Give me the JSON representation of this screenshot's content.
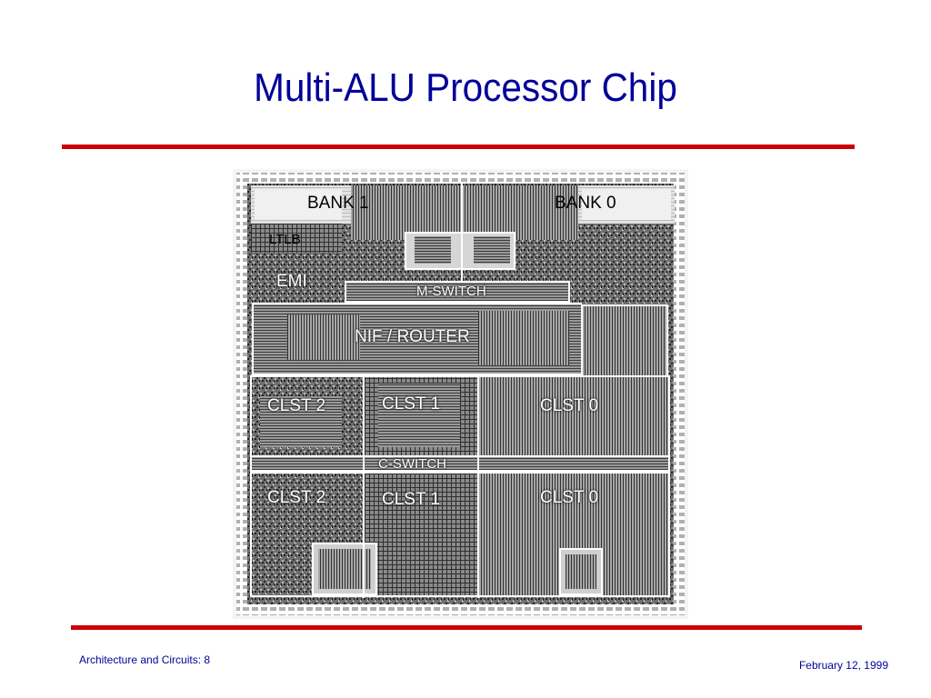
{
  "slide": {
    "title": "Multi-ALU Processor Chip",
    "footer_left": "Architecture and Circuits: 8",
    "footer_right": "February 12, 1999"
  },
  "die_labels": {
    "bank1": "BANK 1",
    "bank0": "BANK 0",
    "ltlb": "LTLB",
    "emi": "EMI",
    "mswitch": "M-SWITCH",
    "nif_router": "NIF / ROUTER",
    "clst2_top": "CLST 2",
    "clst1_top": "CLST 1",
    "clst0_top": "CLST 0",
    "cswitch": "C-SWITCH",
    "clst2_bottom": "CLST 2",
    "clst1_bottom": "CLST 1",
    "clst0_bottom": "CLST 0"
  },
  "colors": {
    "title": "#000099",
    "rule": "#cc0000",
    "footer": "#000099"
  }
}
